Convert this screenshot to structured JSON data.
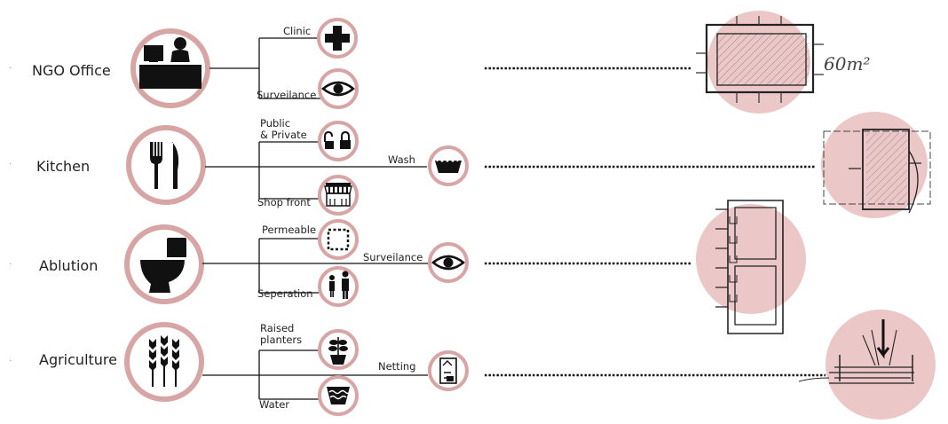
{
  "rows": [
    {
      "label": "NGO Office",
      "branches": [
        "Clinic",
        "Surveilance"
      ],
      "icons": [
        "reception-desk-icon",
        "medical-cross-icon",
        "eye-icon"
      ],
      "sketch_note": "60m²"
    },
    {
      "label": "Kitchen",
      "branches": [
        "Public\n& Private",
        "Shop front"
      ],
      "end_label": "Wash",
      "icons": [
        "fork-knife-icon",
        "lock-icon",
        "shop-awning-icon",
        "wash-basin-icon"
      ]
    },
    {
      "label": "Ablution",
      "branches": [
        "Permeable",
        "Seperation"
      ],
      "end_label": "Surveilance",
      "icons": [
        "toilet-icon",
        "permeable-square-icon",
        "people-icon",
        "eye-icon"
      ]
    },
    {
      "label": "Agriculture",
      "branches": [
        "Raised\nplanters",
        "Water"
      ],
      "end_label": "Netting",
      "icons": [
        "wheat-icon",
        "plant-pot-icon",
        "water-icon",
        "netting-icon"
      ]
    }
  ],
  "colors": {
    "ring": "#d8a5a5",
    "sketch_fill": "#ecc7c7",
    "ink": "#111111"
  }
}
